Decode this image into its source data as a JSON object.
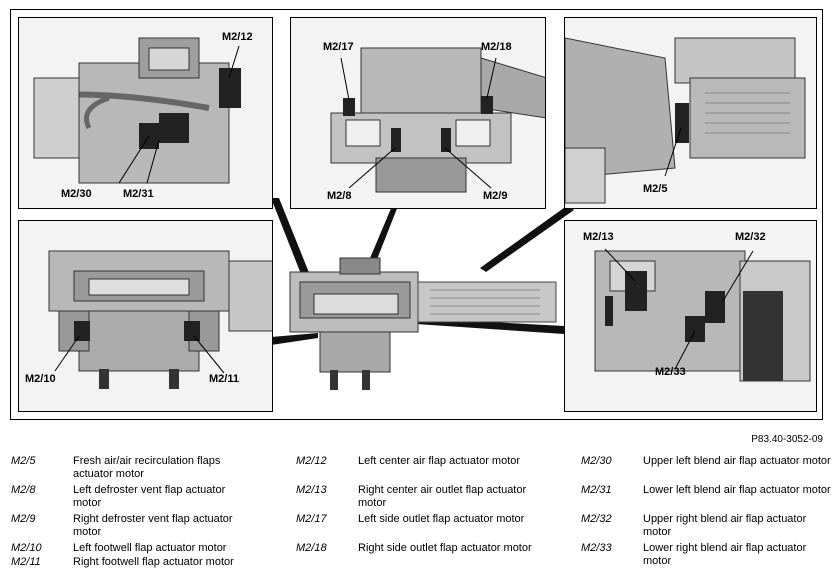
{
  "reference_code": "P83.40-3052-09",
  "panels": {
    "top_left": {
      "labels": [
        "M2/12",
        "M2/30",
        "M2/31"
      ]
    },
    "top_center": {
      "labels": [
        "M2/17",
        "M2/18",
        "M2/8",
        "M2/9"
      ]
    },
    "top_right": {
      "labels": [
        "M2/5"
      ]
    },
    "bottom_left": {
      "labels": [
        "M2/10",
        "M2/11"
      ]
    },
    "bottom_right": {
      "labels": [
        "M2/13",
        "M2/32",
        "M2/33"
      ]
    }
  },
  "legend": {
    "columns": [
      [
        {
          "code": "M2/5",
          "desc": "Fresh air/air recirculation flaps actuator motor"
        },
        {
          "code": "M2/8",
          "desc": "Left defroster vent flap actuator motor"
        },
        {
          "code": "M2/9",
          "desc": "Right defroster vent flap actuator motor"
        },
        {
          "code": "M2/10",
          "desc": "Left footwell flap actuator motor"
        },
        {
          "code": "M2/11",
          "desc": "Right footwell flap actuator motor"
        }
      ],
      [
        {
          "code": "M2/12",
          "desc": "Left center air flap actuator motor"
        },
        {
          "code": "M2/13",
          "desc": "Right center air outlet flap actuator motor"
        },
        {
          "code": "M2/17",
          "desc": "Left side outlet flap actuator motor"
        },
        {
          "code": "M2/18",
          "desc": "Right side outlet flap actuator motor"
        }
      ],
      [
        {
          "code": "M2/30",
          "desc": "Upper left blend air flap actuator motor"
        },
        {
          "code": "M2/31",
          "desc": "Lower left blend air flap actuator motor"
        },
        {
          "code": "M2/32",
          "desc": "Upper right blend air flap actuator motor"
        },
        {
          "code": "M2/33",
          "desc": "Lower right blend air flap actuator motor"
        }
      ]
    ]
  }
}
